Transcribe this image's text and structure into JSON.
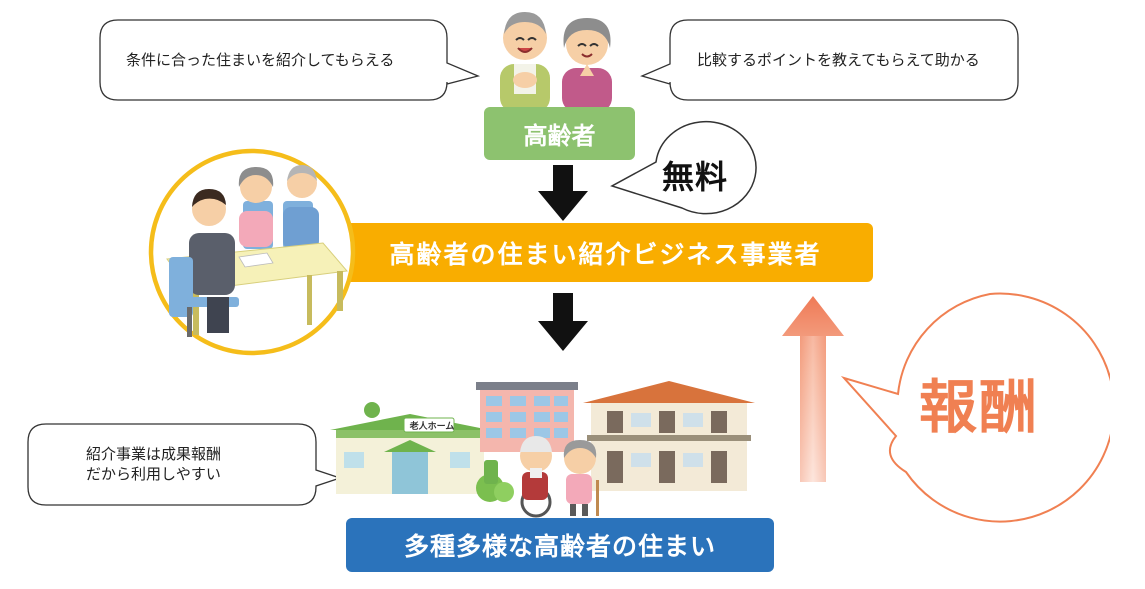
{
  "speech": {
    "left_top": "条件に合った住まいを紹介してもらえる",
    "right_top": "比較するポイントを教えてもらえて助かる",
    "bottom_line1": "紹介事業は成果報酬",
    "bottom_line2": "だから利用しやすい"
  },
  "bubbles": {
    "free": "無料",
    "reward": "報酬"
  },
  "boxes": {
    "seniors": "高齢者",
    "business": "高齢者の住まい紹介ビジネス事業者",
    "housing": "多種多様な高齢者の住まい"
  },
  "signs": {
    "nursing_home": "老人ホーム"
  },
  "colors": {
    "green_box": "#8dc26f",
    "orange_box": "#f9ad00",
    "blue_box": "#2b73bb",
    "reward_text": "#f08052",
    "arrow_black": "#111111"
  }
}
